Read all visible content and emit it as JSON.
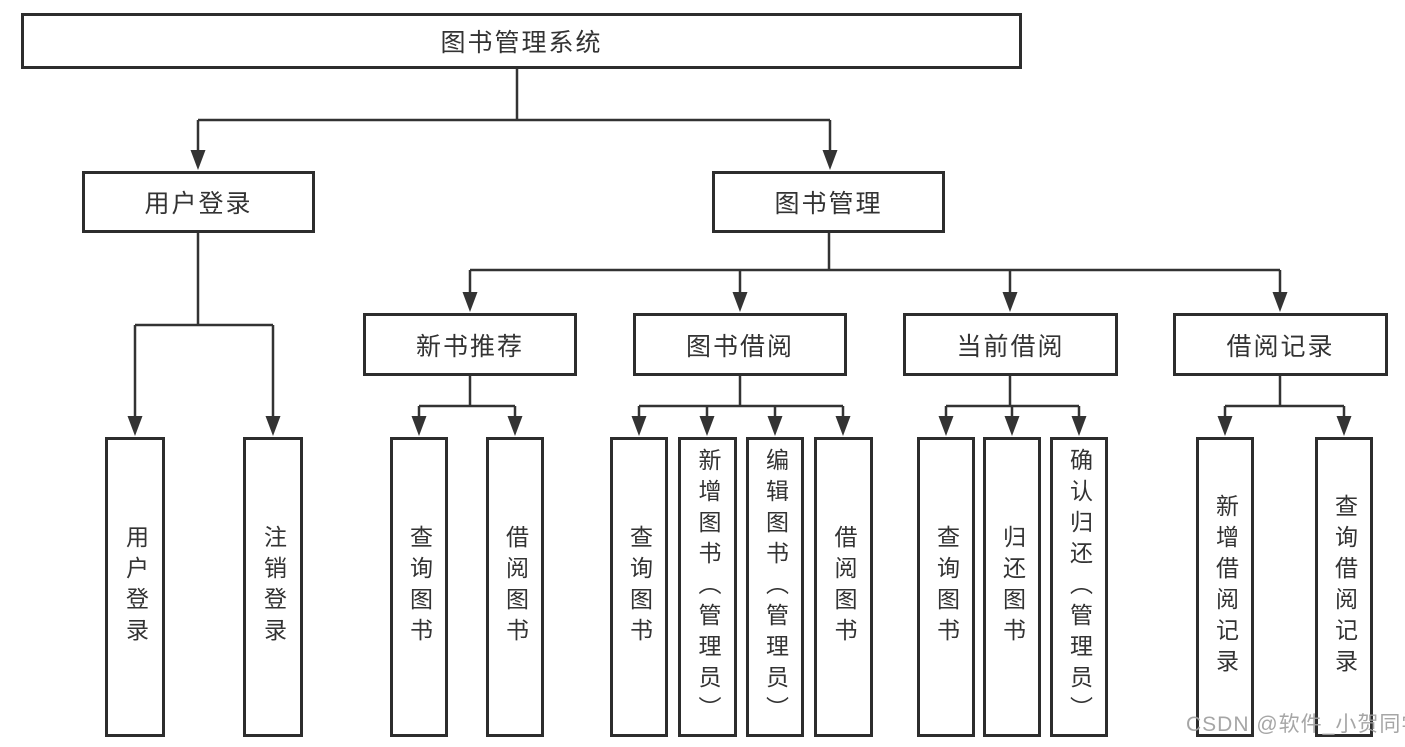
{
  "diagram": {
    "title": "图书管理系统",
    "level2": {
      "user_login": "用户登录",
      "book_mgmt": "图书管理"
    },
    "level3": {
      "new_book_rec": "新书推荐",
      "book_borrow": "图书借阅",
      "current_borrow": "当前借阅",
      "borrow_record": "借阅记录"
    },
    "leaves": {
      "login_user_login": "用户登录",
      "login_logout": "注销登录",
      "rec_query_book": "查询图书",
      "rec_borrow_book": "借阅图书",
      "bor_query_book": "查询图书",
      "bor_add_book": "新增图书（管理员）",
      "bor_edit_book": "编辑图书（管理员）",
      "bor_borrow_book": "借阅图书",
      "cur_query_book": "查询图书",
      "cur_return_book": "归还图书",
      "cur_confirm_return": "确认归还（管理员）",
      "log_add_record": "新增借阅记录",
      "log_query_record": "查询借阅记录"
    }
  },
  "watermark": "CSDN @软件_小贺同学",
  "colors": {
    "line": "#333333",
    "box_border": "#2d2d2d",
    "text": "#333333",
    "background": "#ffffff",
    "watermark": "#9e9e9e"
  }
}
